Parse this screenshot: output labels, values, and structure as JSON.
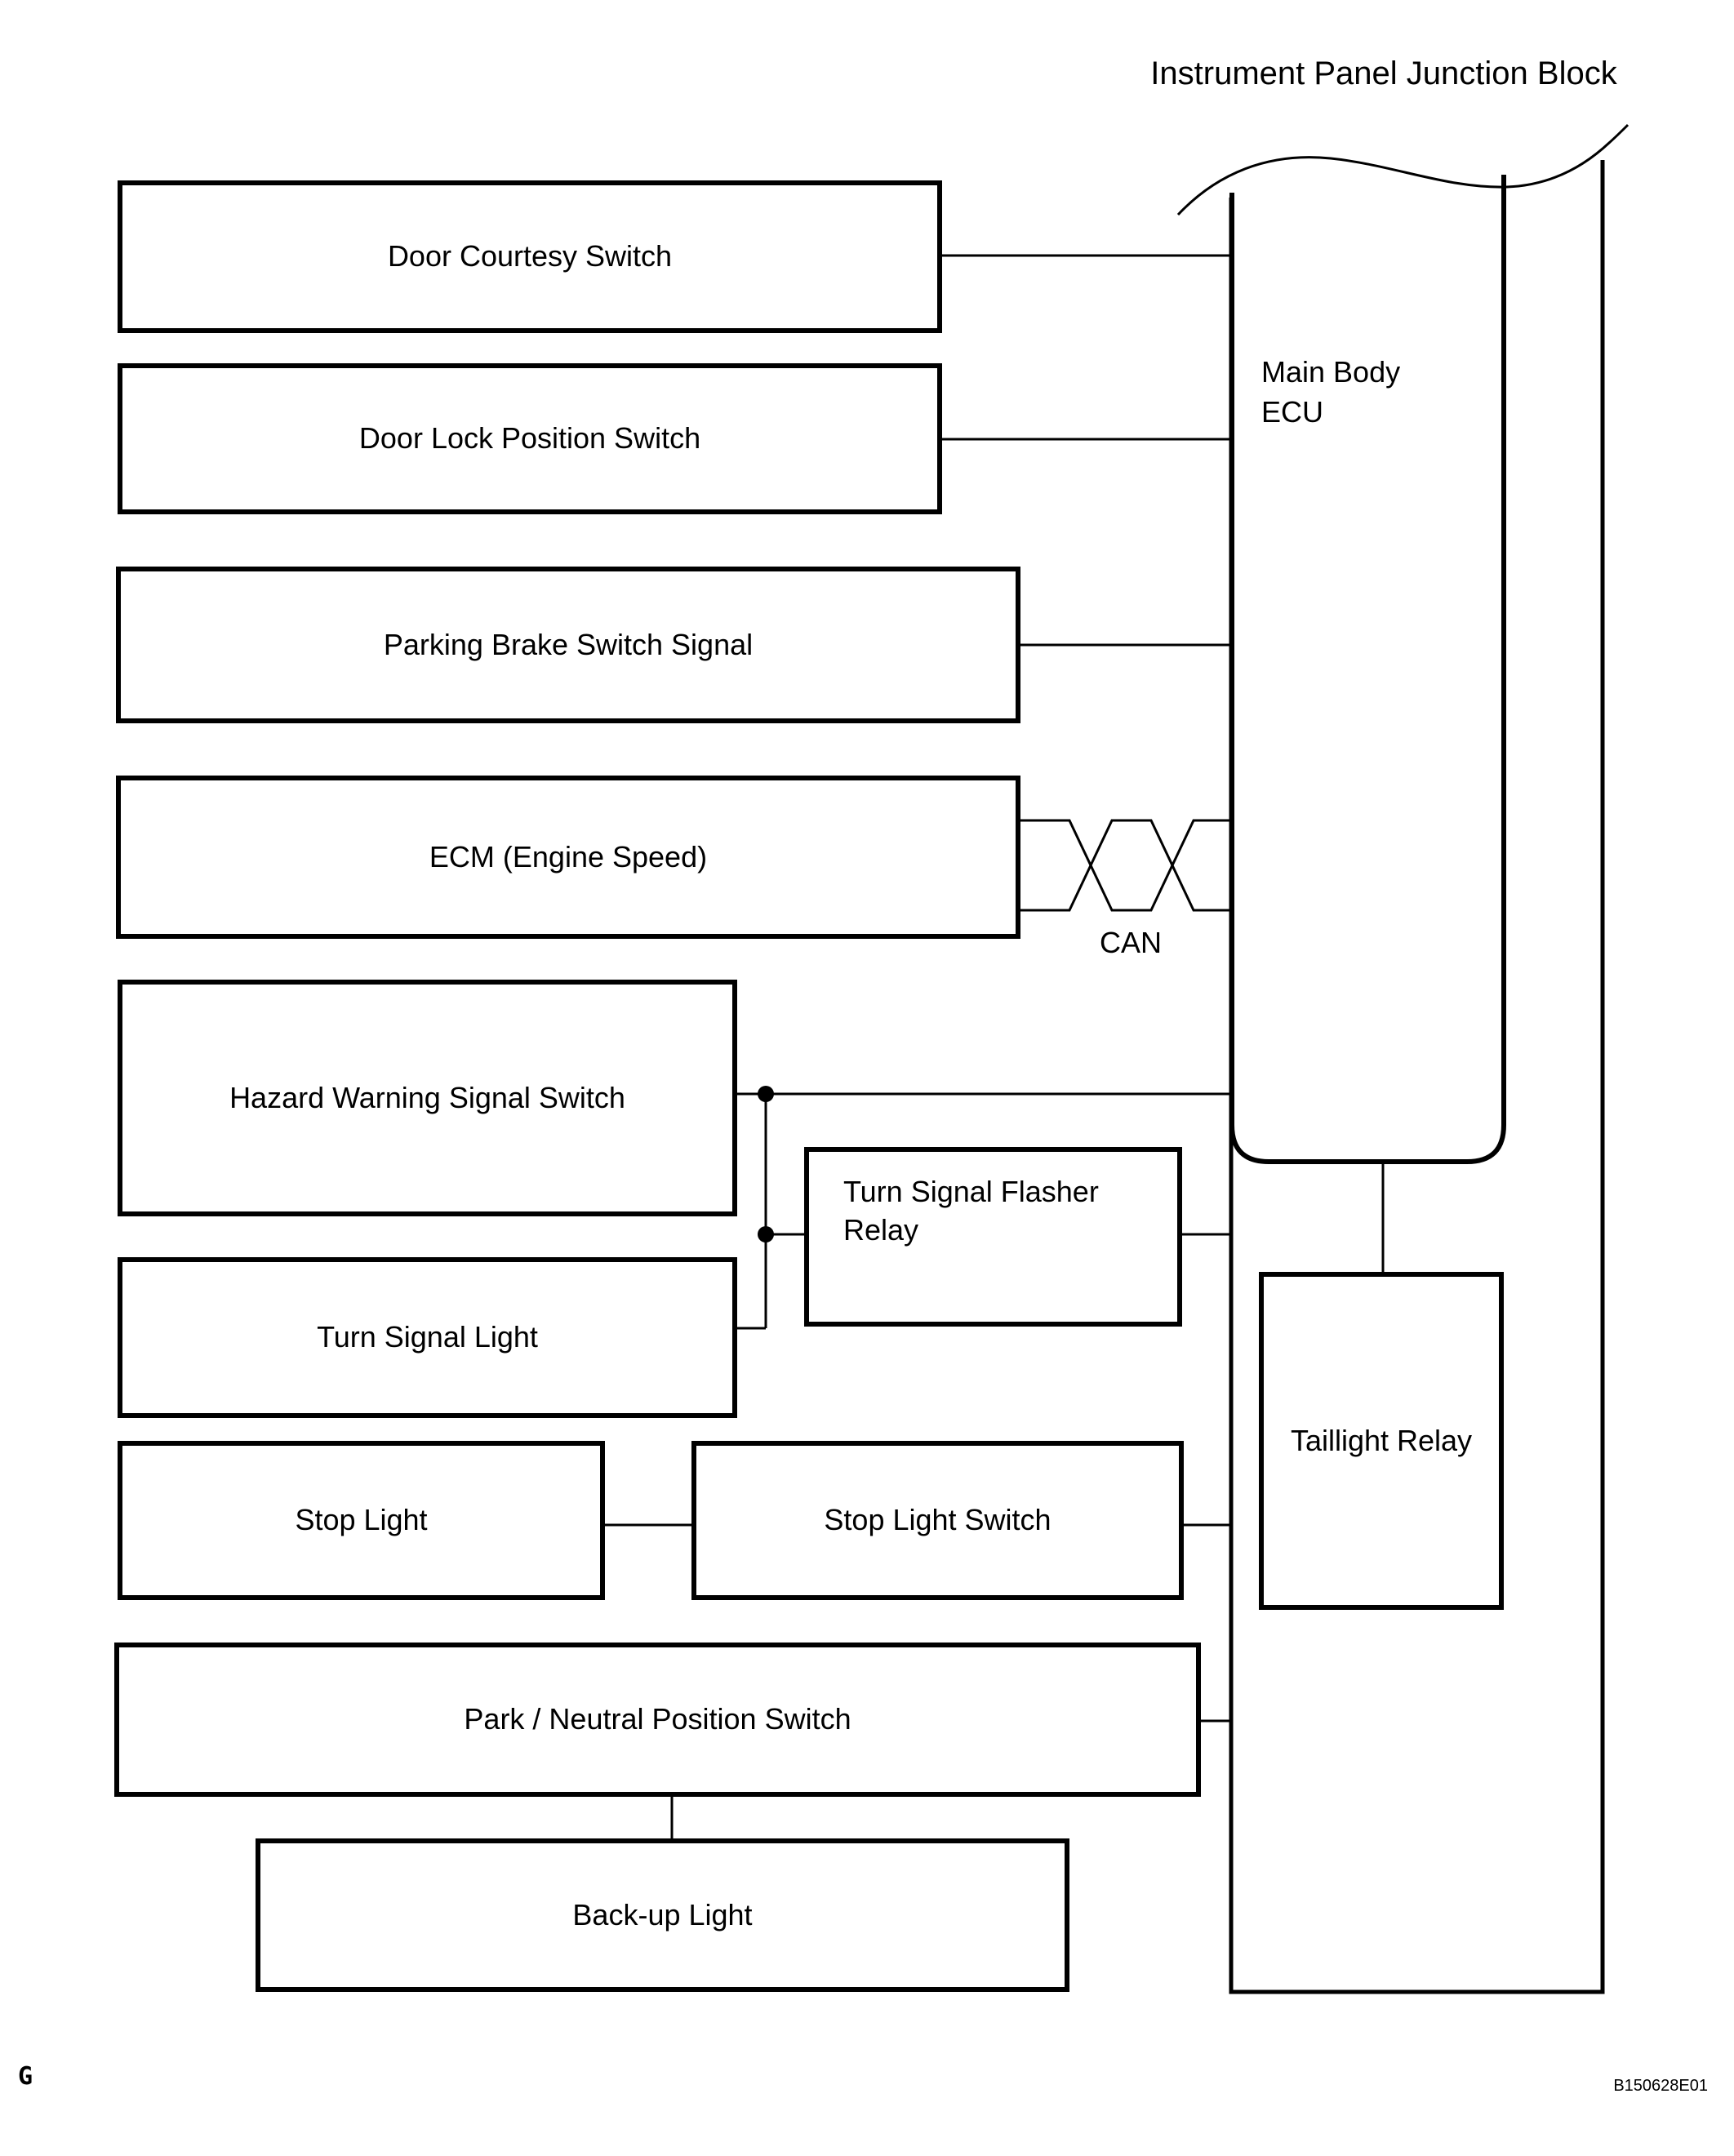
{
  "title": "Instrument Panel Junction Block",
  "colors": {
    "background": "#ffffff",
    "line": "#000000",
    "text": "#000000"
  },
  "junction_block": {
    "ecu_label": "Main Body\nECU",
    "taillight_relay_label": "Taillight Relay"
  },
  "components": {
    "door_courtesy": "Door Courtesy Switch",
    "door_lock": "Door Lock Position Switch",
    "parking_brake": "Parking Brake Switch Signal",
    "ecm": "ECM (Engine Speed)",
    "hazard": "Hazard Warning Signal Switch",
    "turn_signal_light": "Turn Signal Light",
    "flasher_relay": "Turn Signal Flasher\nRelay",
    "stop_light": "Stop Light",
    "stop_light_switch": "Stop Light Switch",
    "park_neutral": "Park / Neutral Position Switch",
    "backup_light": "Back-up Light"
  },
  "bus_label": "CAN",
  "footer": {
    "left": "G",
    "right": "B150628E01"
  },
  "connections": [
    "Door Courtesy Switch -> Main Body ECU",
    "Door Lock Position Switch -> Main Body ECU",
    "Parking Brake Switch Signal -> Main Body ECU",
    "ECM (Engine Speed) -> Main Body ECU (CAN twisted pair)",
    "Hazard Warning Signal Switch -> Main Body ECU",
    "Hazard Warning Signal Switch -> Turn Signal Flasher Relay (junction)",
    "Turn Signal Light -> Turn Signal Flasher Relay (junction)",
    "Turn Signal Flasher Relay -> Instrument Panel Junction Block",
    "Main Body ECU -> Taillight Relay",
    "Stop Light -> Stop Light Switch",
    "Stop Light Switch -> Instrument Panel Junction Block",
    "Park / Neutral Position Switch -> Instrument Panel Junction Block",
    "Park / Neutral Position Switch -> Back-up Light"
  ]
}
